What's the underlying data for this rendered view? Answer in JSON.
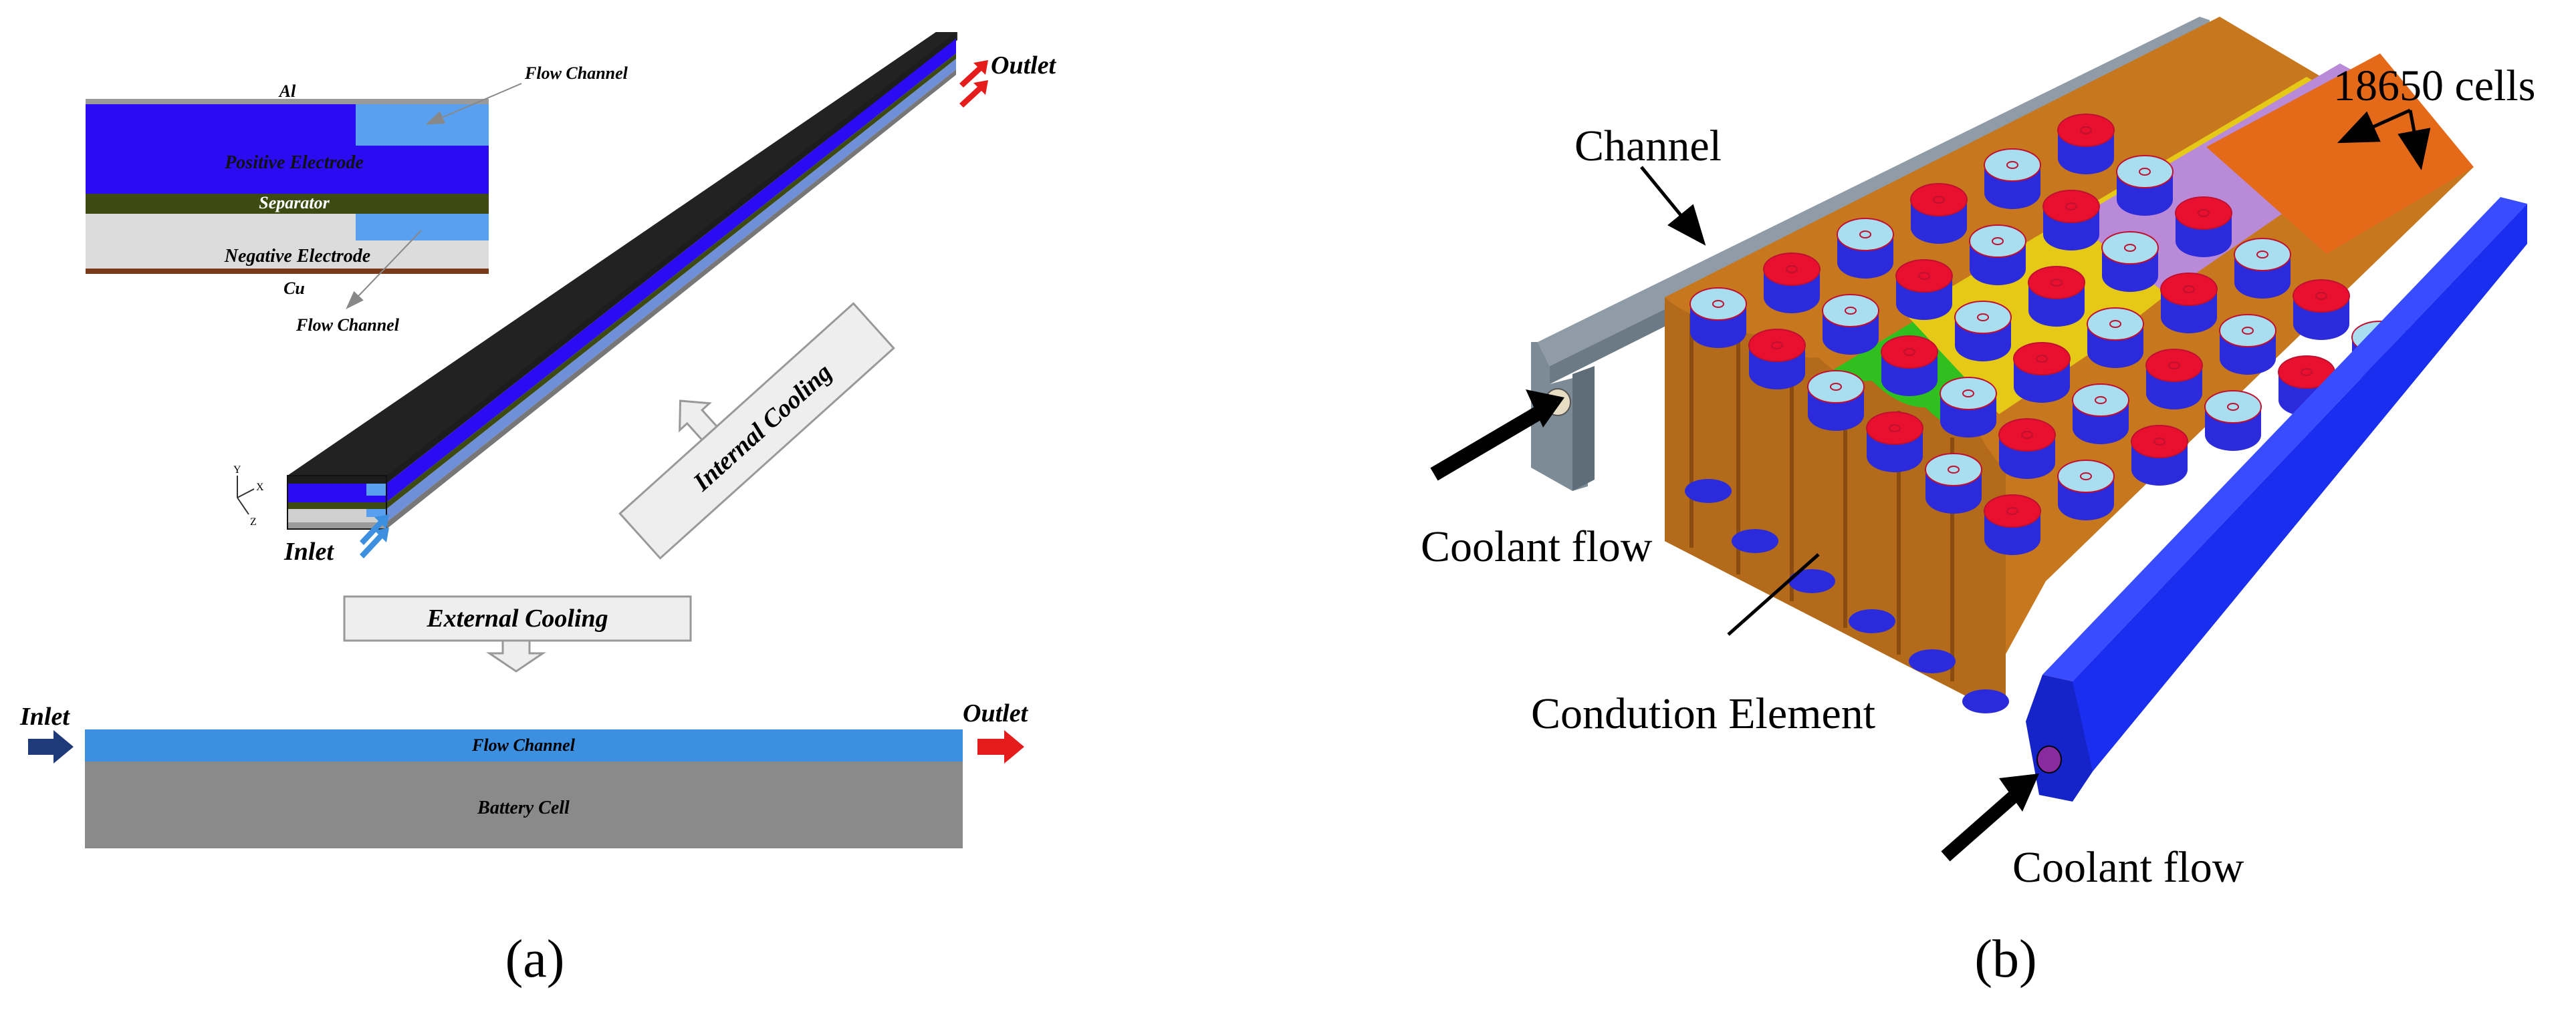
{
  "panel_a": {
    "cross_section": {
      "al": "Al",
      "flow_channel_top": "Flow Channel",
      "positive_electrode": "Positive Electrode",
      "separator": "Separator",
      "negative_electrode": "Negative Electrode",
      "cu": "Cu",
      "flow_channel_bottom": "Flow Channel"
    },
    "outlet_top": "Outlet",
    "inlet_top": "Inlet",
    "internal_cooling": "Internal Cooling",
    "external_cooling": "External Cooling",
    "inlet_bottom": "Inlet",
    "outlet_bottom": "Outlet",
    "flow_channel_strip": "Flow Channel",
    "battery_cell": "Battery Cell",
    "axes": {
      "y": "Y",
      "x": "X",
      "z": "Z"
    },
    "caption": "(a)"
  },
  "panel_b": {
    "channel": "Channel",
    "cells": "18650 cells",
    "coolant_flow_left": "Coolant flow",
    "conduction_element": "Condution Element",
    "coolant_flow_bottom": "Coolant flow",
    "caption": "(b)"
  },
  "colors": {
    "positive": "#2b0bf2",
    "separator": "#3d4a12",
    "negative": "#dcdcdc",
    "flow_channel": "#3d8fe0",
    "battery_cell": "#8a8a8a",
    "inlet_arrow": "#1f3a78",
    "outlet_arrow": "#e51c1c",
    "cell_cap": "#e8102e",
    "cell_top": "#a9def0",
    "cell_wrap": "#2b2bdc",
    "channel_blue": "#1a2ef0",
    "channel_grey": "#6b7a85"
  }
}
